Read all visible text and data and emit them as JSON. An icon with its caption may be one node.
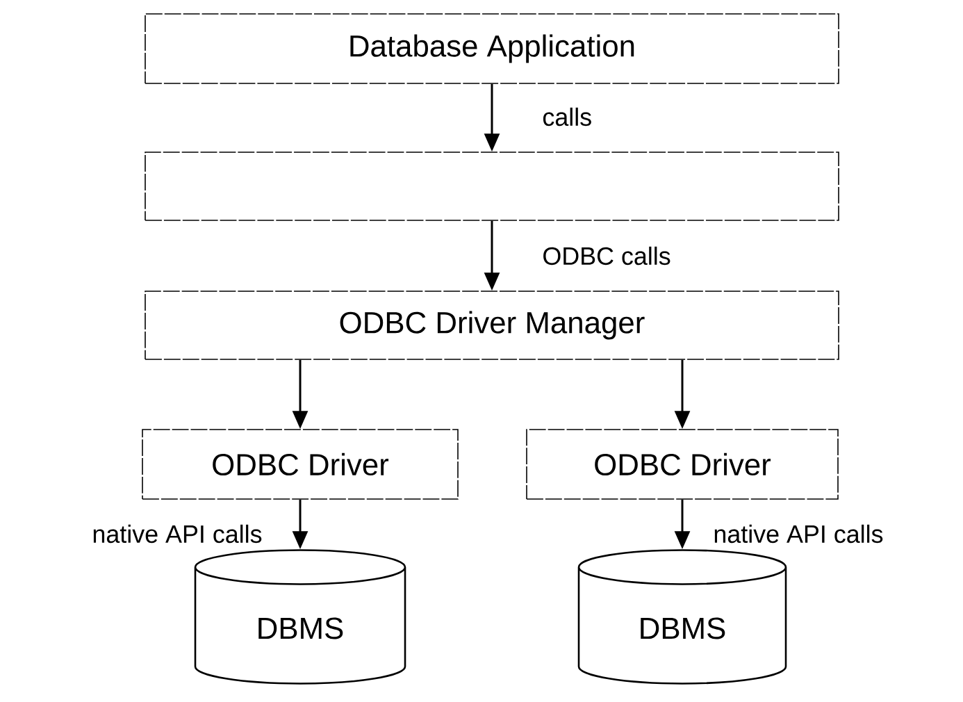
{
  "diagram": {
    "nodes": [
      {
        "text": [
          "Database Application"
        ]
      },
      {
        "text": [],
        "shape": "box"
      },
      {
        "text": [
          "ODBC Driver Manager"
        ]
      },
      {
        "text": [
          "ODBC Driver"
        ]
      },
      {
        "text": [
          "ODBC Driver"
        ]
      },
      {
        "text": [
          "DBMS"
        ]
      },
      {
        "text": [
          "DBMS"
        ]
      }
    ],
    "edges": [
      {
        "from": 0,
        "to": 1,
        "arrow": "to",
        "label": "calls"
      },
      {
        "from": 1,
        "to": 2,
        "arrow": "to",
        "label": "ODBC calls"
      },
      {
        "from": 2,
        "to": 3,
        "arrow": "to"
      },
      {
        "from": 2,
        "to": 4,
        "arrow": "to"
      },
      {
        "from": 3,
        "to": 5,
        "arrow": "to",
        "label": "native API calls"
      },
      {
        "from": 4,
        "to": 6,
        "arrow": "to",
        "label": "native API calls"
      }
    ]
  }
}
